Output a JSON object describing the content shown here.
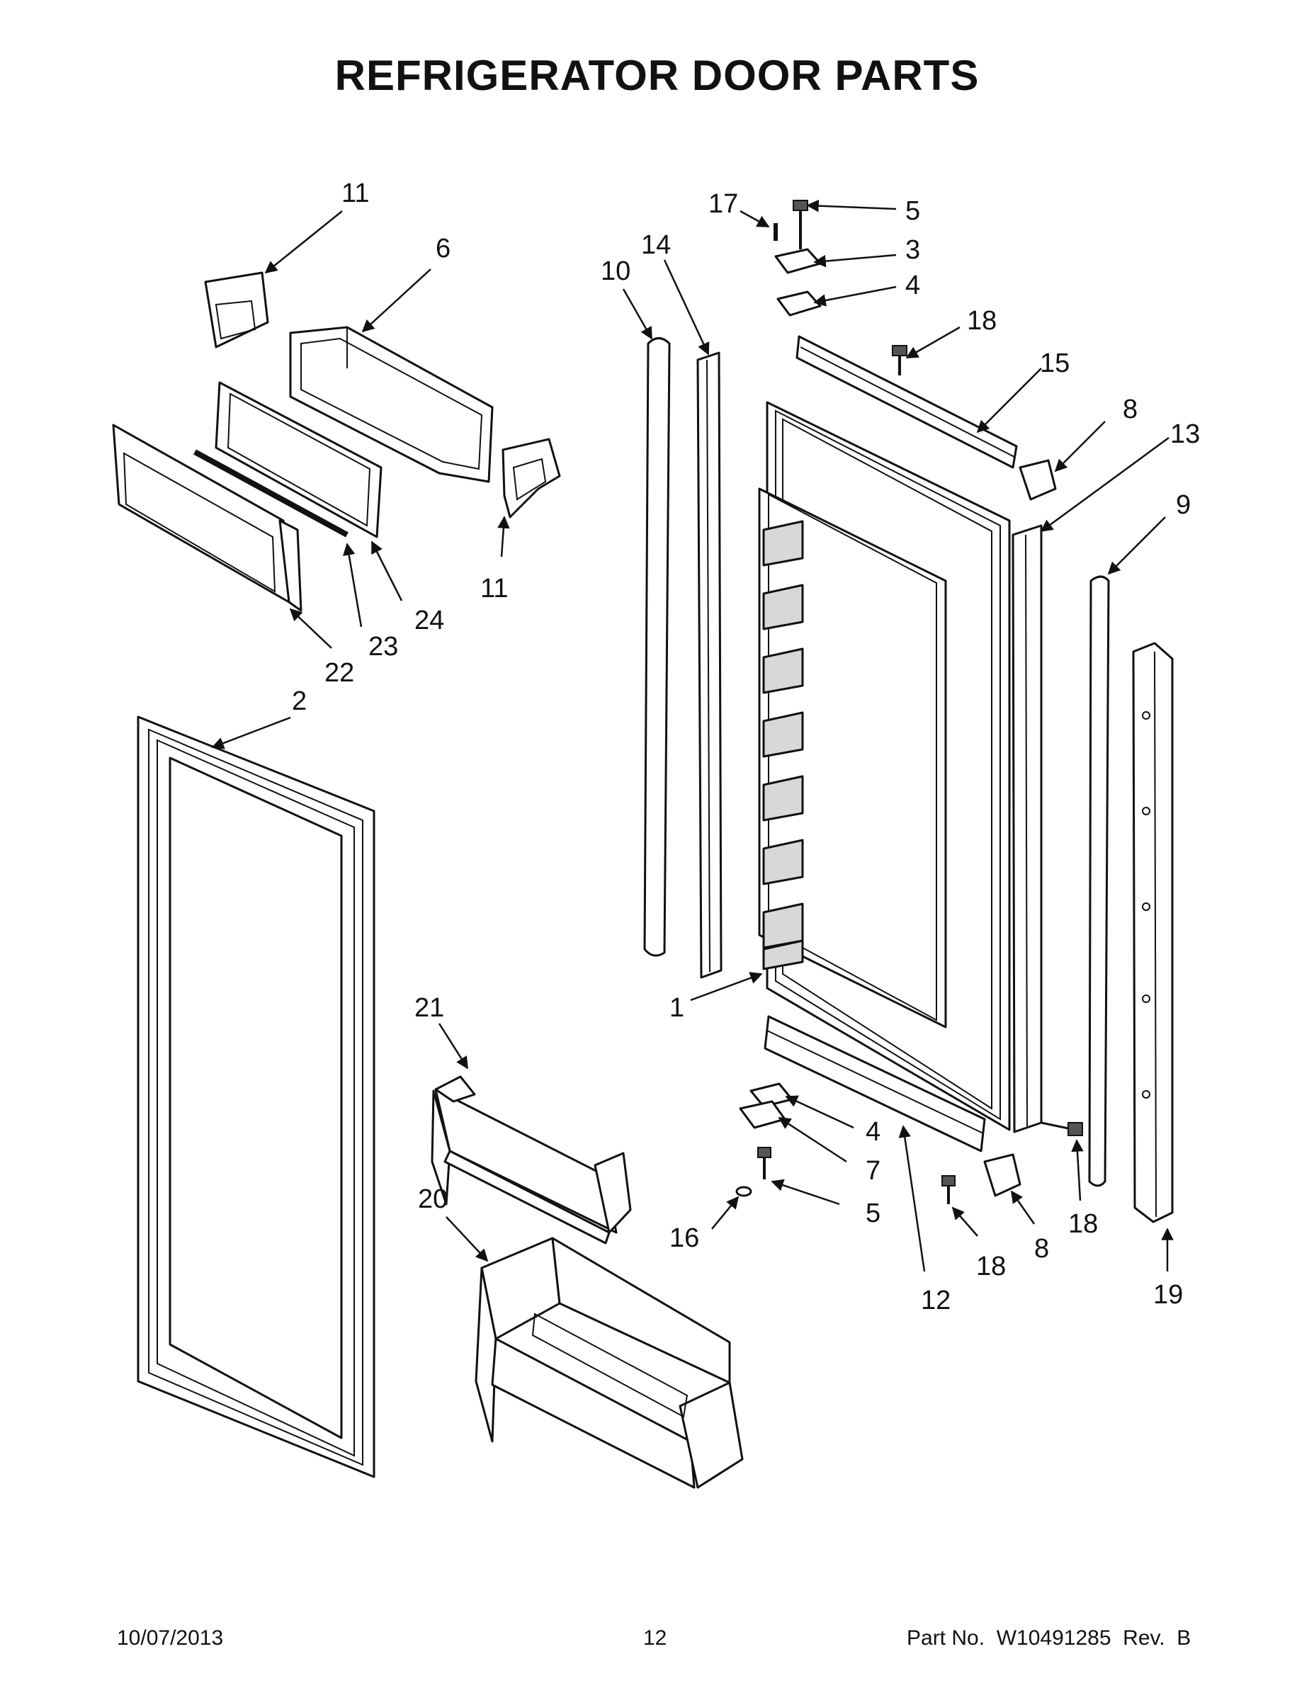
{
  "title": "REFRIGERATOR DOOR PARTS",
  "callouts": {
    "c1": "1",
    "c2": "2",
    "c3": "3",
    "c4a": "4",
    "c4b": "4",
    "c5a": "5",
    "c5b": "5",
    "c6": "6",
    "c7": "7",
    "c8a": "8",
    "c8b": "8",
    "c9": "9",
    "c10": "10",
    "c11a": "11",
    "c11b": "11",
    "c12": "12",
    "c13": "13",
    "c14": "14",
    "c15": "15",
    "c16": "16",
    "c17": "17",
    "c18a": "18",
    "c18b": "18",
    "c18c": "18",
    "c19": "19",
    "c20": "20",
    "c21": "21",
    "c22": "22",
    "c23": "23",
    "c24": "24"
  },
  "footer": {
    "date": "10/07/2013",
    "page": "12",
    "part_no": "Part No.  W10491285  Rev.  B"
  }
}
